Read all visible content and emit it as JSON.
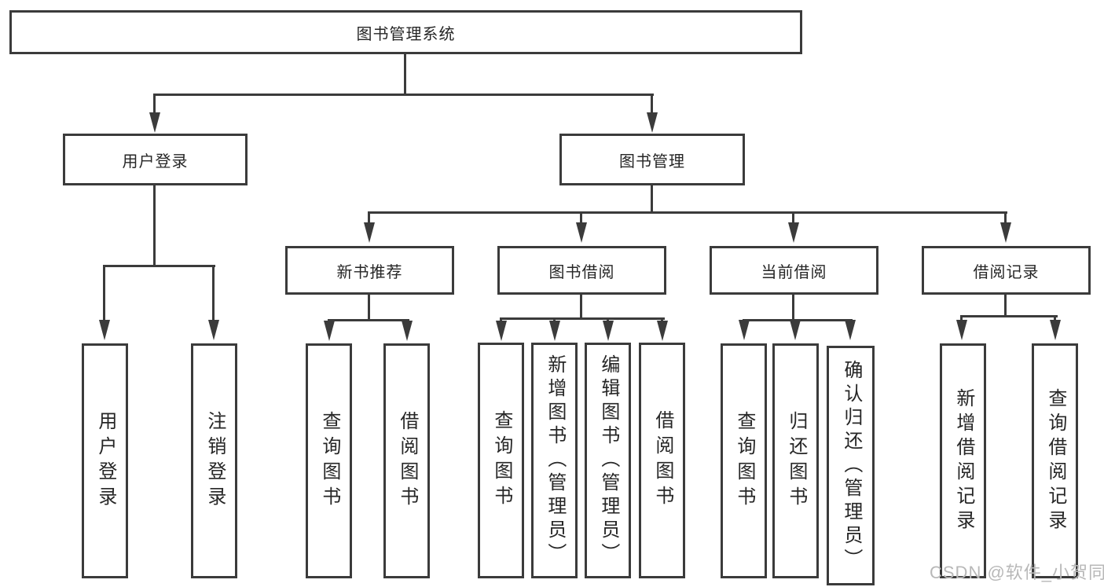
{
  "d": {
    "root": "图书管理系统",
    "level2": {
      "user_login": "用户登录",
      "book_mgmt": "图书管理"
    },
    "level3": {
      "new_books": "新书推荐",
      "borrow": "图书借阅",
      "current": "当前借阅",
      "records": "借阅记录"
    },
    "leaves": {
      "login": [
        "用户登录",
        "注销登录"
      ],
      "new_books": [
        "查询图书",
        "借阅图书"
      ],
      "borrow": [
        "查询图书",
        "新增图书（管理员）",
        "编辑图书（管理员）",
        "借阅图书"
      ],
      "current": [
        "查询图书",
        "归还图书",
        "确认归还（管理员）"
      ],
      "records": [
        "新增借阅记录",
        "查询借阅记录"
      ]
    },
    "watermark": "CSDN @软件_小贺同学",
    "colors": {
      "line": "#3b3b3b",
      "text": "#262626",
      "box_fill": "#ffffff",
      "background": "#ffffff",
      "watermark": "#b8b8b8"
    }
  }
}
